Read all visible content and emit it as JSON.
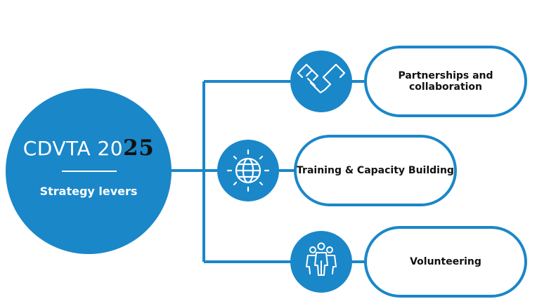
{
  "hub": {
    "title_light": "CDVTA 20",
    "title_dark": "25",
    "subtitle": "Strategy levers"
  },
  "levers": [
    {
      "label": "Partnerships and collaboration",
      "icon": "handshake-icon"
    },
    {
      "label": "Training & Capacity Building",
      "icon": "globe-icon"
    },
    {
      "label": "Volunteering",
      "icon": "people-group-icon"
    }
  ],
  "colors": {
    "primary": "#1a87c9",
    "dark_text": "#111111",
    "background": "#ffffff"
  }
}
